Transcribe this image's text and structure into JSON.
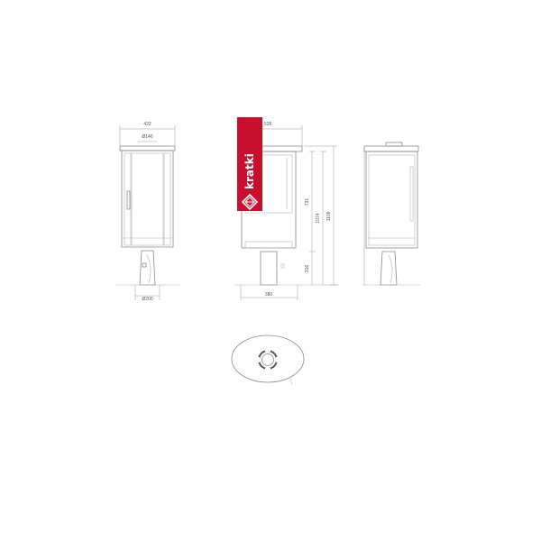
{
  "brand": {
    "name": "kratki",
    "color": "#c8102e"
  },
  "colors": {
    "line": "#8a8a8a",
    "light_line": "#b4b4b4",
    "text": "#555555",
    "background": "#ffffff"
  },
  "dimensions": {
    "front_width": "422",
    "flue_diameter": "Ø146",
    "base_diameter": "Ø200",
    "side_depth_top": "528",
    "side_depth_base": "380",
    "door_height": "731",
    "body_height": "1074",
    "total_height": "1109",
    "base_height": "316"
  },
  "views": [
    "front-view",
    "side-view",
    "back-view",
    "top-view"
  ],
  "icons": [
    "kratki-logo-icon",
    "flue-outlet-icon"
  ]
}
